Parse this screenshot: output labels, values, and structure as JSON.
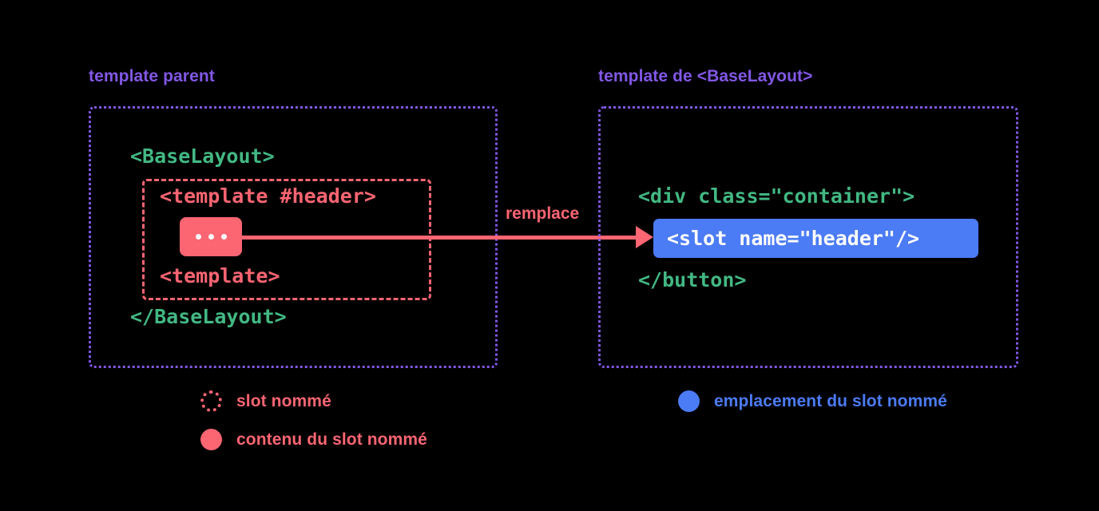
{
  "panels": {
    "left": {
      "caption": "template parent",
      "lines": {
        "component_open": "<BaseLayout>",
        "component_close": "</BaseLayout>",
        "template_open": "<template #header>",
        "template_close": "<template>"
      },
      "slot_content_chip": {
        "label": "...",
        "dot_count": 3
      }
    },
    "right": {
      "caption": "template de <BaseLayout>",
      "lines": {
        "container_open": "<div class=\"container\">",
        "container_close": "</button>"
      },
      "slot_outlet_chip": {
        "label": "<slot name=\"header\"/>"
      }
    }
  },
  "connector": {
    "label": "remplace",
    "direction": "left-to-right"
  },
  "legend": [
    {
      "key": "named-slot",
      "label": "slot nommé",
      "swatch": "dotted-circle",
      "color": "#fc6572"
    },
    {
      "key": "named-slot-content",
      "label": "contenu du slot nommé",
      "swatch": "filled-circle",
      "color": "#fc6572"
    },
    {
      "key": "named-slot-outlet",
      "label": "emplacement du slot nommé",
      "swatch": "filled-circle",
      "color": "#4b7bf5"
    }
  ],
  "colors": {
    "background": "#000000",
    "purple": "#8257e5",
    "green": "#42b883",
    "red": "#fc6572",
    "blue": "#4b7bf5",
    "white": "#ffffff"
  }
}
